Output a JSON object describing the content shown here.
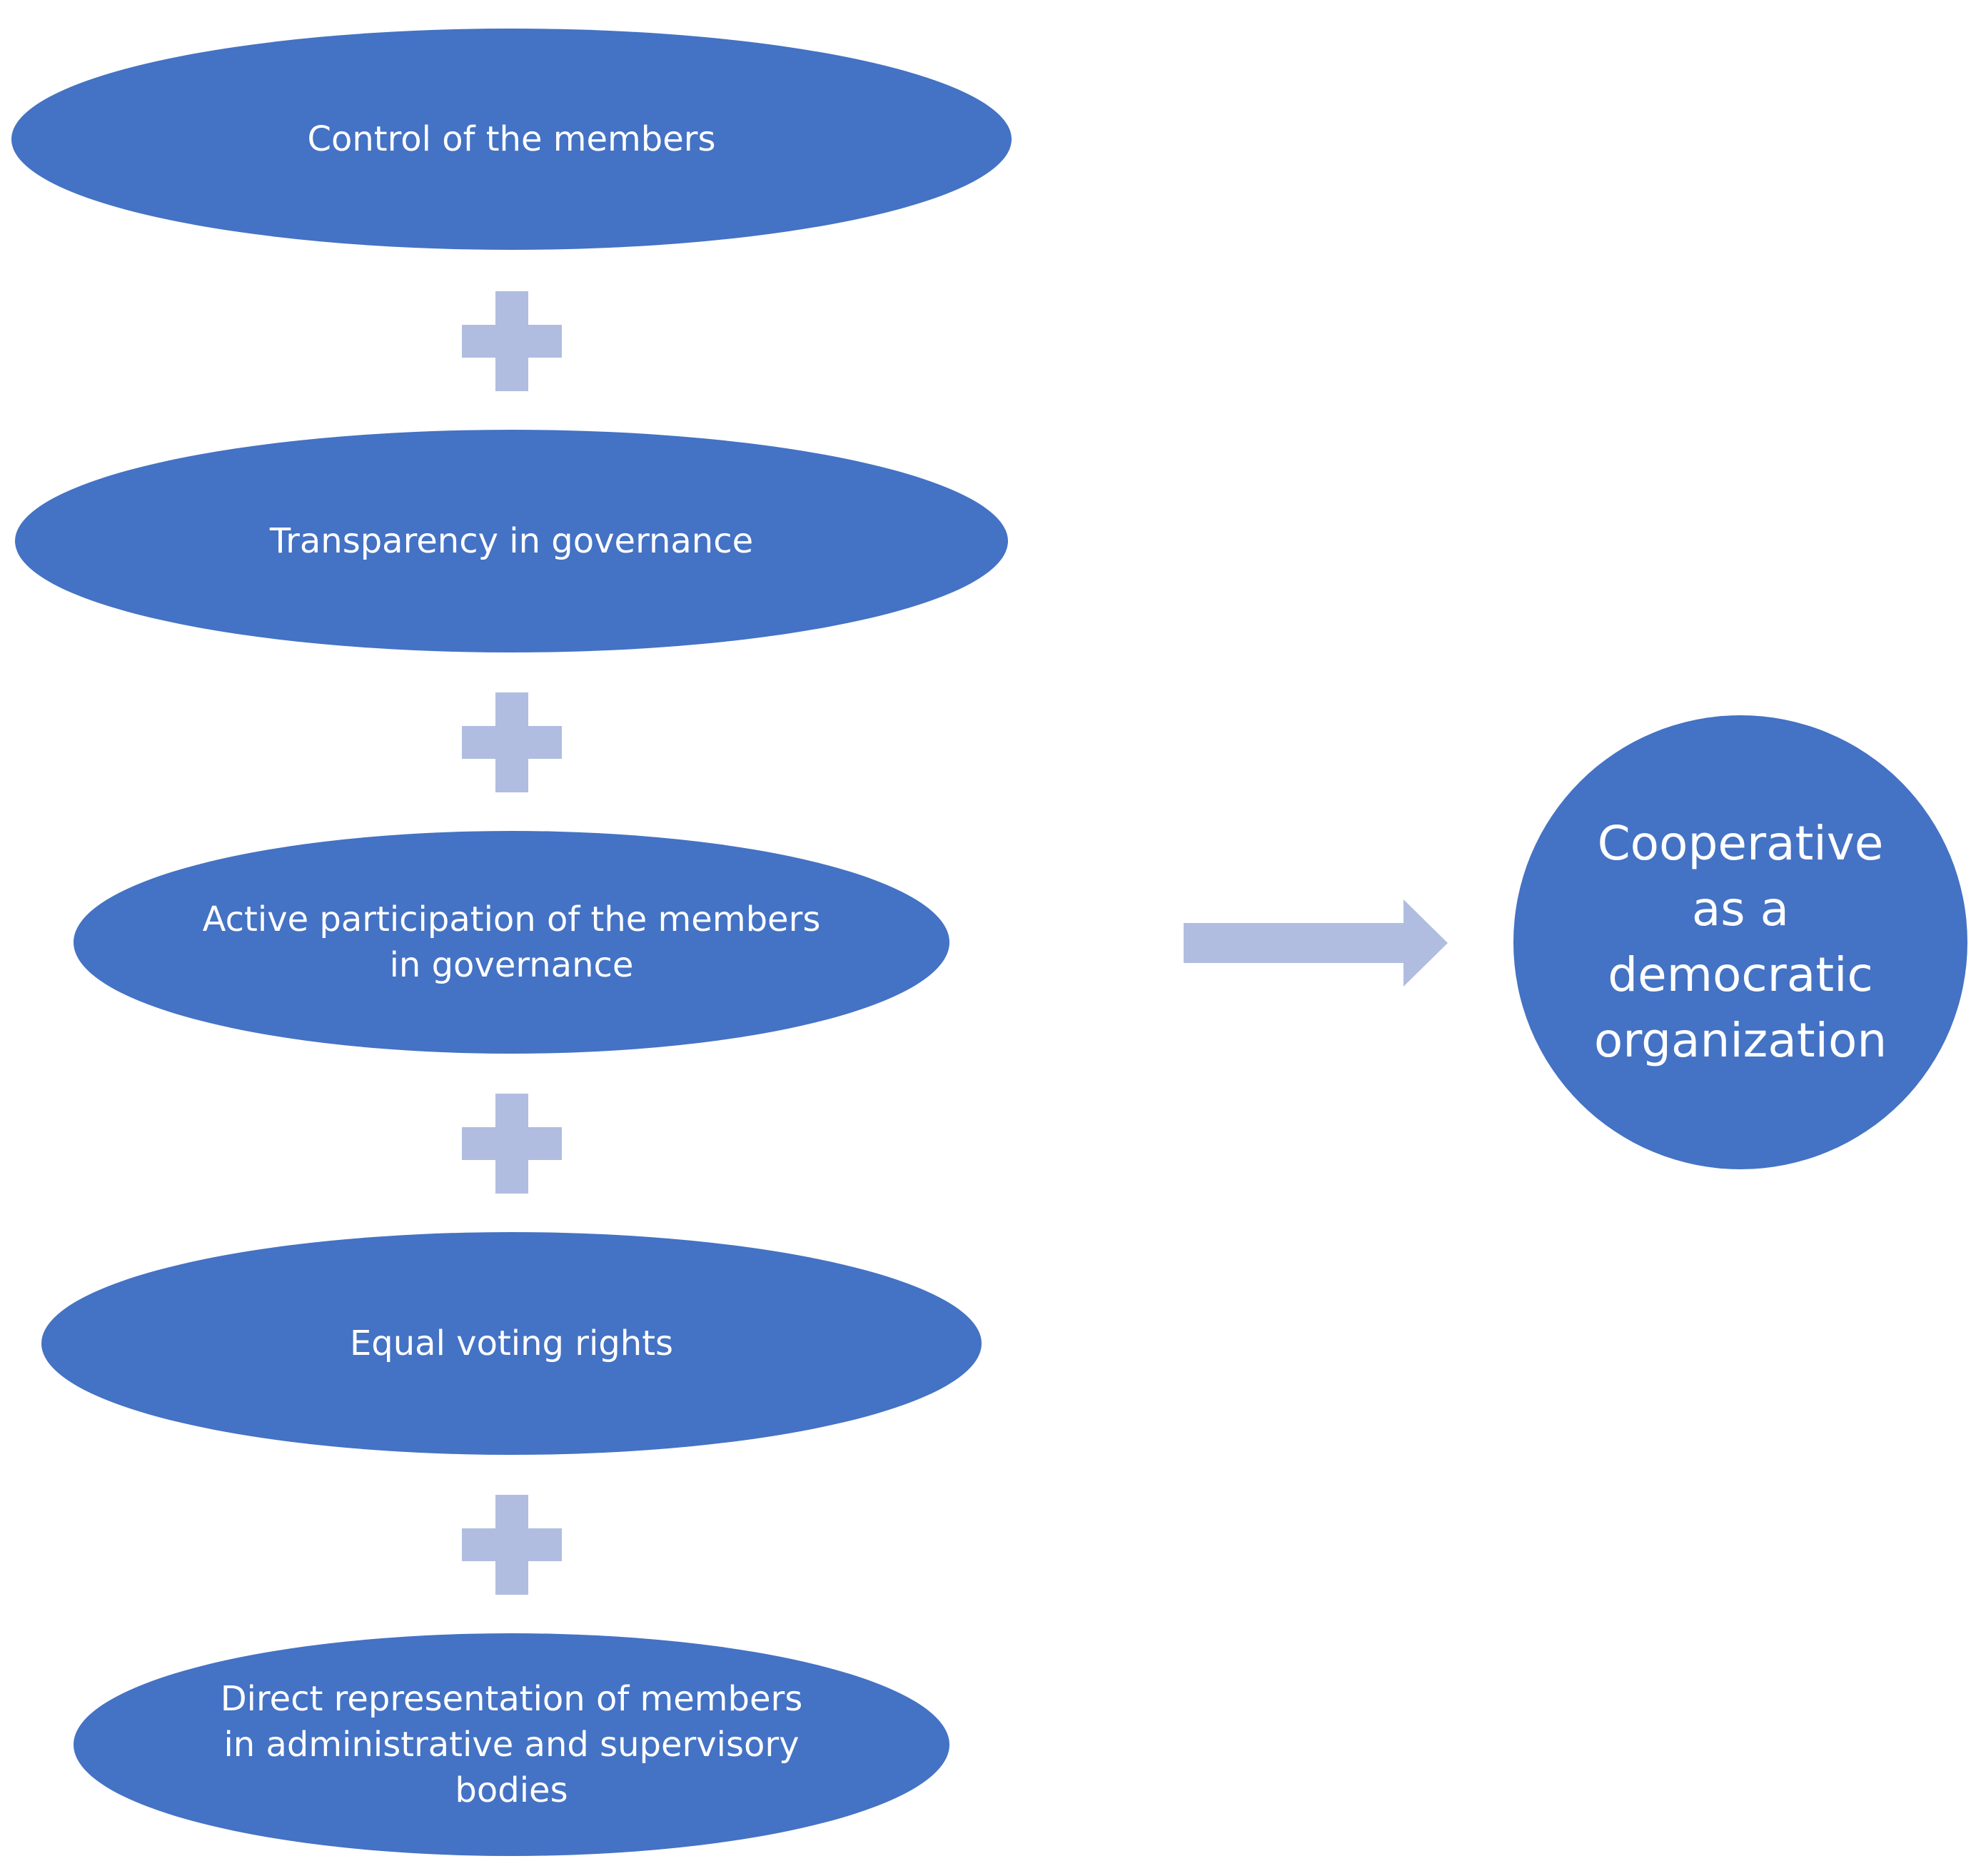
{
  "colors": {
    "shape_fill": "#4472C4",
    "operator_fill": "#B0BDE0",
    "text": "#FFFFFF",
    "background": "#FFFFFF"
  },
  "factors": [
    {
      "label": "Control of the members"
    },
    {
      "label": "Transparency in governance"
    },
    {
      "label": "Active participation of the members\nin governance"
    },
    {
      "label": "Equal voting rights"
    },
    {
      "label": "Direct representation of members\nin administrative and supervisory\nbodies"
    }
  ],
  "operator_icon": "plus-icon",
  "result": {
    "label": "Cooperative\nas a\ndemocratic\norganization"
  },
  "connector_icon": "arrow-right-icon"
}
